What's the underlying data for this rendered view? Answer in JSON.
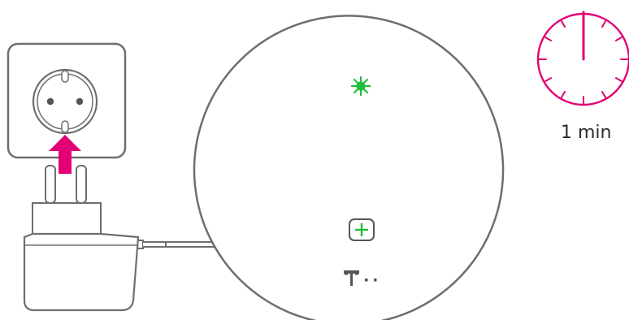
{
  "timer": {
    "label": "1 min",
    "minutes": 1
  },
  "colors": {
    "accent": "#e20074",
    "status_green": "#1fbd3a",
    "outline": "#6e6e6e"
  },
  "icons": {
    "wall_socket": "wall-socket-icon",
    "arrow": "arrow-up-icon",
    "plug": "power-adapter-icon",
    "device": "mesh-device",
    "status_led": "green-blinking-led-icon",
    "add_button": "plus-button-icon",
    "brand_logo": "telekom-logo-icon",
    "timer": "stopwatch-icon"
  }
}
